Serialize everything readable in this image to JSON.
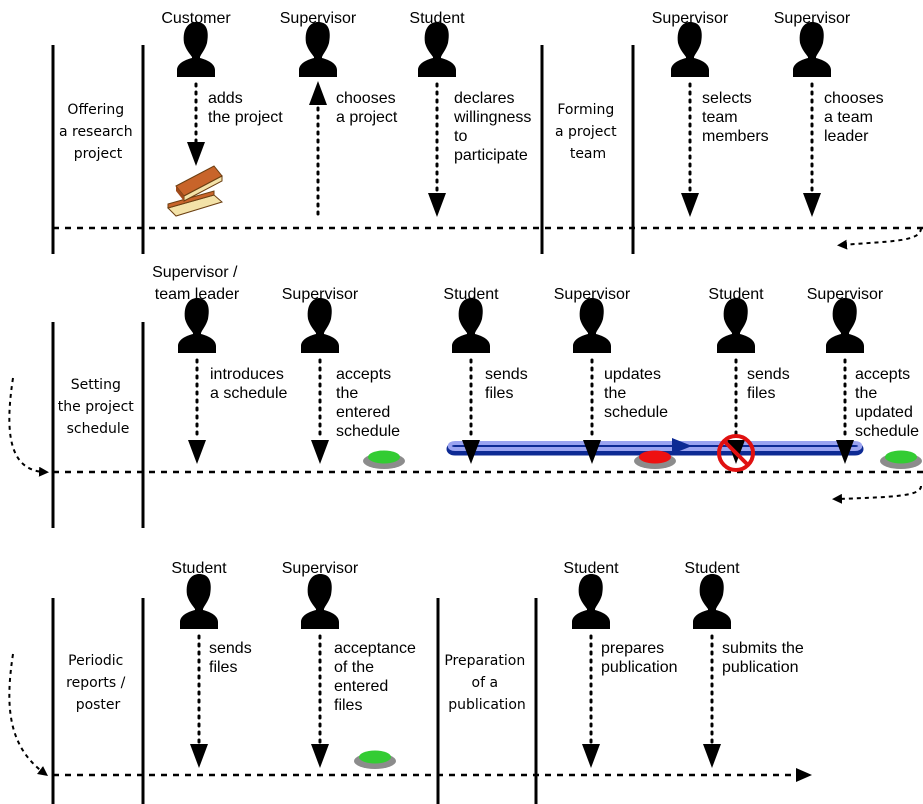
{
  "rows": [
    {
      "phases": [
        {
          "lines": [
            "Offering",
            "a research",
            "project"
          ]
        },
        {
          "lines": [
            "Forming",
            "a project",
            "team"
          ]
        }
      ],
      "lanes": [
        {
          "role": [
            "Customer"
          ],
          "action": [
            "adds",
            "the project"
          ],
          "arrow": "down",
          "marker": "books"
        },
        {
          "role": [
            "Supervisor"
          ],
          "action": [
            "chooses",
            "a project"
          ],
          "arrow": "up"
        },
        {
          "role": [
            "Student"
          ],
          "action": [
            "declares",
            "willingness",
            "to",
            "participate"
          ],
          "arrow": "down"
        },
        {
          "role": [
            "Supervisor"
          ],
          "action": [
            "selects",
            "team",
            "members"
          ],
          "arrow": "down"
        },
        {
          "role": [
            "Supervisor"
          ],
          "action": [
            "chooses",
            "a team",
            "leader"
          ],
          "arrow": "down"
        }
      ]
    },
    {
      "phases": [
        {
          "lines": [
            "Setting",
            "the project",
            "schedule"
          ]
        }
      ],
      "lanes": [
        {
          "role": [
            "Supervisor /",
            "team leader"
          ],
          "action": [
            "introduces",
            "a schedule"
          ],
          "arrow": "down"
        },
        {
          "role": [
            "Supervisor"
          ],
          "action": [
            "accepts",
            "the",
            "entered",
            "schedule"
          ],
          "arrow": "down",
          "marker": "green-button"
        },
        {
          "role": [
            "Student"
          ],
          "action": [
            "sends",
            "files"
          ],
          "arrow": "down"
        },
        {
          "role": [
            "Supervisor"
          ],
          "action": [
            "updates",
            "the",
            "schedule"
          ],
          "arrow": "down",
          "marker": "red-button"
        },
        {
          "role": [
            "Student"
          ],
          "action": [
            "sends",
            "files"
          ],
          "arrow": "down",
          "marker": "prohibited"
        },
        {
          "role": [
            "Supervisor"
          ],
          "action": [
            "accepts",
            "the",
            "updated",
            "schedule"
          ],
          "arrow": "down",
          "marker": "green-button"
        }
      ]
    },
    {
      "phases": [
        {
          "lines": [
            "Periodic",
            "reports /",
            "poster"
          ]
        },
        {
          "lines": [
            "Preparation",
            "of a",
            "publication"
          ]
        }
      ],
      "lanes": [
        {
          "role": [
            "Student"
          ],
          "action": [
            "sends",
            "files"
          ],
          "arrow": "down"
        },
        {
          "role": [
            "Supervisor"
          ],
          "action": [
            "acceptance",
            "of the",
            "entered",
            "files"
          ],
          "arrow": "down",
          "marker": "green-button"
        },
        {
          "role": [
            "Student"
          ],
          "action": [
            "prepares",
            "publication"
          ],
          "arrow": "down"
        },
        {
          "role": [
            "Student"
          ],
          "action": [
            "submits the",
            "publication"
          ],
          "arrow": "down"
        }
      ]
    }
  ],
  "colors": {
    "line": "#000000",
    "green_button": "#33cc33",
    "red_button": "#ee1111",
    "button_base": "#8c8c8c",
    "prohibited": "#e01010",
    "loop_light": "#9aa3f0",
    "loop_dark": "#0d2a94",
    "books": "#c8642a",
    "pages": "#f3e2a8"
  }
}
